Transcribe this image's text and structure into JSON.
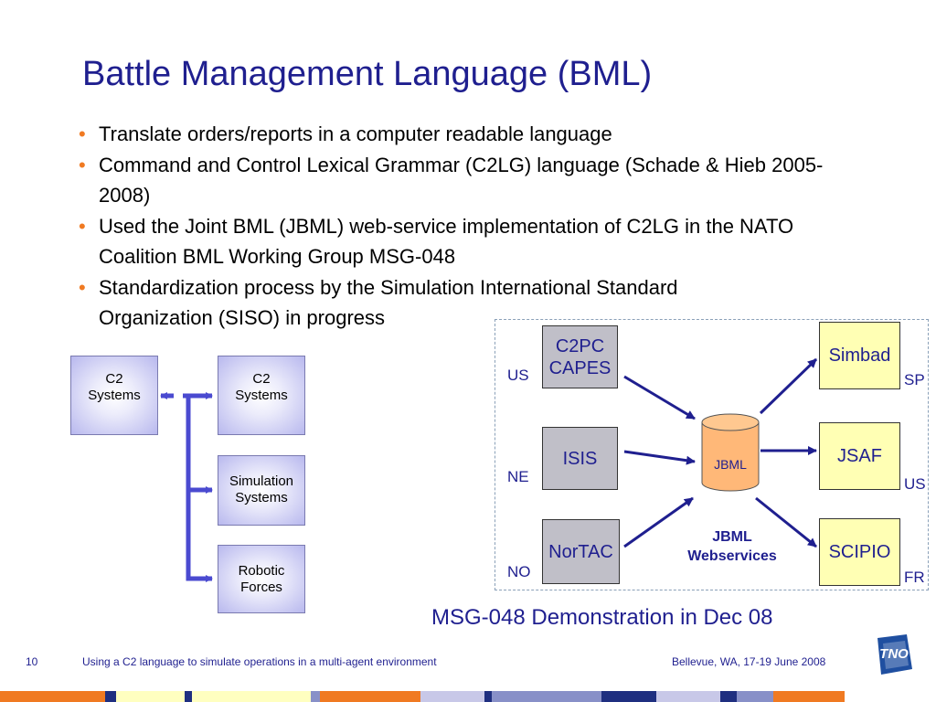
{
  "slide": {
    "title": "Battle Management Language (BML)",
    "bullets": [
      "Translate orders/reports in a computer readable language",
      "Command and Control Lexical Grammar (C2LG) language (Schade & Hieb 2005-2008)",
      "Used the Joint BML (JBML) web-service implementation of C2LG in the NATO  Coalition BML Working Group MSG-048",
      "Standardization process by the Simulation International Standard Organization (SISO) in progress"
    ],
    "bullet_symbol": "•"
  },
  "left_diagram": {
    "c2_left": [
      "C2",
      "Systems"
    ],
    "c2_right": [
      "C2",
      "Systems"
    ],
    "simulation": [
      "Simulation",
      "Systems"
    ],
    "robotic": [
      "Robotic",
      "Forces"
    ]
  },
  "right_diagram": {
    "sources": [
      {
        "lines": [
          "C2PC",
          "CAPES"
        ],
        "country": "US"
      },
      {
        "lines": [
          "ISIS"
        ],
        "country": "NE"
      },
      {
        "lines": [
          "NorTAC"
        ],
        "country": "NO"
      }
    ],
    "targets": [
      {
        "lines": [
          "Simbad"
        ],
        "country": "SP"
      },
      {
        "lines": [
          "JSAF"
        ],
        "country": "US"
      },
      {
        "lines": [
          "SCIPIO"
        ],
        "country": "FR"
      }
    ],
    "hub_label": "JBML",
    "webservices_label": [
      "JBML",
      "Webservices"
    ]
  },
  "caption": "MSG-048 Demonstration in Dec 08",
  "footer": {
    "page_number": "10",
    "text": "Using a C2 language to simulate operations in a multi-agent environment",
    "location_date": "Bellevue, WA,  17-19 June 2008",
    "logo_text": "TNO"
  },
  "colors": {
    "title": "#1f1f8f",
    "bullet": "#f07a22",
    "arrow": "#1f1f8f",
    "left_arrow": "#4a4ad0",
    "hub_fill": "#ffb878",
    "gray_box": "#c0bfc8",
    "yellow_box": "#ffffb4"
  }
}
